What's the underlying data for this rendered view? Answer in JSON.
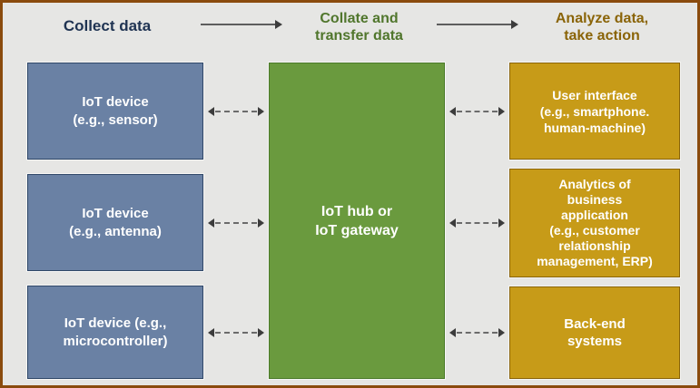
{
  "diagram": {
    "frame_border_color": "#8a4b0d",
    "background_color": "#e6e6e4",
    "header": {
      "stages": [
        {
          "label": "Collect data",
          "color": "#1f3352"
        },
        {
          "label": "Collate and\ntransfer data",
          "color": "#50762c"
        },
        {
          "label": "Analyze data,\ntake action",
          "color": "#8a6408"
        }
      ],
      "arrows": [
        {
          "name": "header-arrow-1",
          "direction": "right",
          "style": "solid"
        },
        {
          "name": "header-arrow-2",
          "direction": "right",
          "style": "solid"
        }
      ]
    },
    "columns": {
      "devices": {
        "fill_color": "#6a81a4",
        "border_color": "#2f4768",
        "boxes": [
          {
            "label": "IoT device\n(e.g., sensor)"
          },
          {
            "label": "IoT device\n(e.g., antenna)"
          },
          {
            "label": "IoT device (e.g.,\nmicrocontroller)"
          }
        ]
      },
      "hub": {
        "fill_color": "#6a9a3e",
        "border_color": "#4b7a2a",
        "label": "IoT hub or\nIoT gateway"
      },
      "applications": {
        "fill_color": "#c79b18",
        "border_color": "#8a6408",
        "boxes": [
          {
            "label": "User interface\n(e.g., smartphone.\nhuman-machine)"
          },
          {
            "label": "Analytics of\nbusiness\napplication\n(e.g., customer\nrelationship\nmanagement, ERP)"
          },
          {
            "label": "Back-end\nsystems"
          }
        ]
      }
    },
    "connectors": {
      "style": "dashed",
      "direction": "bidirectional",
      "left_count": 3,
      "right_count": 3
    }
  }
}
